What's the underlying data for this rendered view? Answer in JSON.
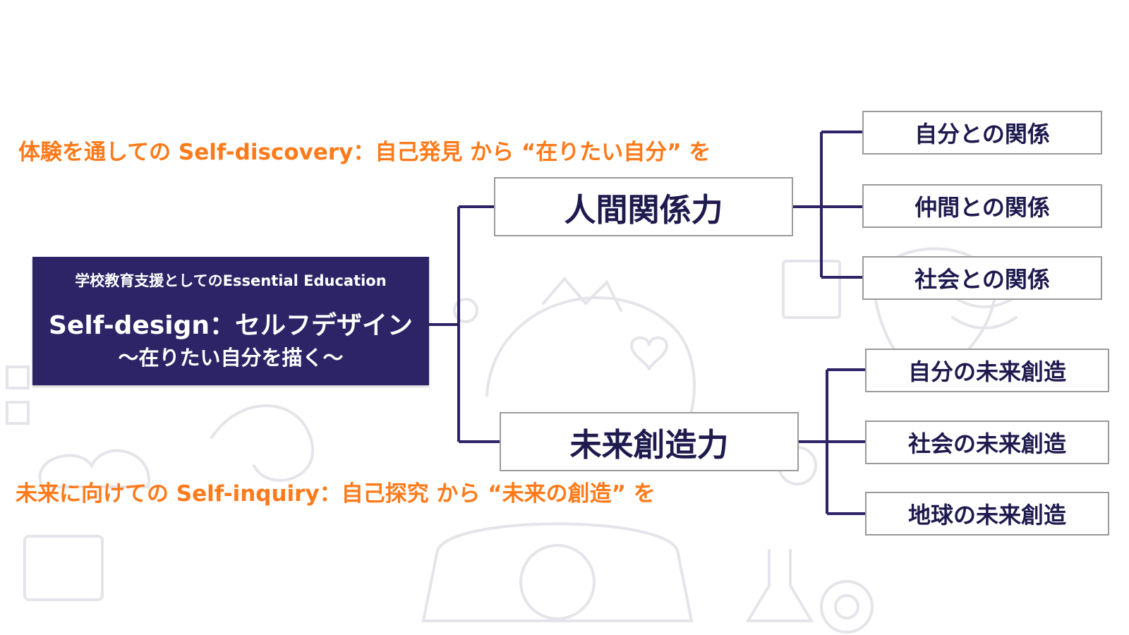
{
  "captions": {
    "top": "体験を通しての Self-discovery：自己発見 から “在りたい自分” を",
    "bottom": "未来に向けての Self-inquiry：自己探究 から “未来の創造” を"
  },
  "root": {
    "subtitle": "学校教育支援としてのEssential Education",
    "title": "Self-design：セルフデザイン",
    "tagline": "〜在りたい自分を描く〜"
  },
  "branches": {
    "human": {
      "label": "人間関係力",
      "children": [
        "自分との関係",
        "仲間との関係",
        "社会との関係"
      ]
    },
    "future": {
      "label": "未来創造力",
      "children": [
        "自分の未来創造",
        "社会の未来創造",
        "地球の未来創造"
      ]
    }
  },
  "colors": {
    "accent_orange": "#ff7a1a",
    "root_fill": "#2c2466",
    "connector": "#2c2466",
    "box_border": "#9a9a9a",
    "text_navy": "#1e1a4e"
  }
}
